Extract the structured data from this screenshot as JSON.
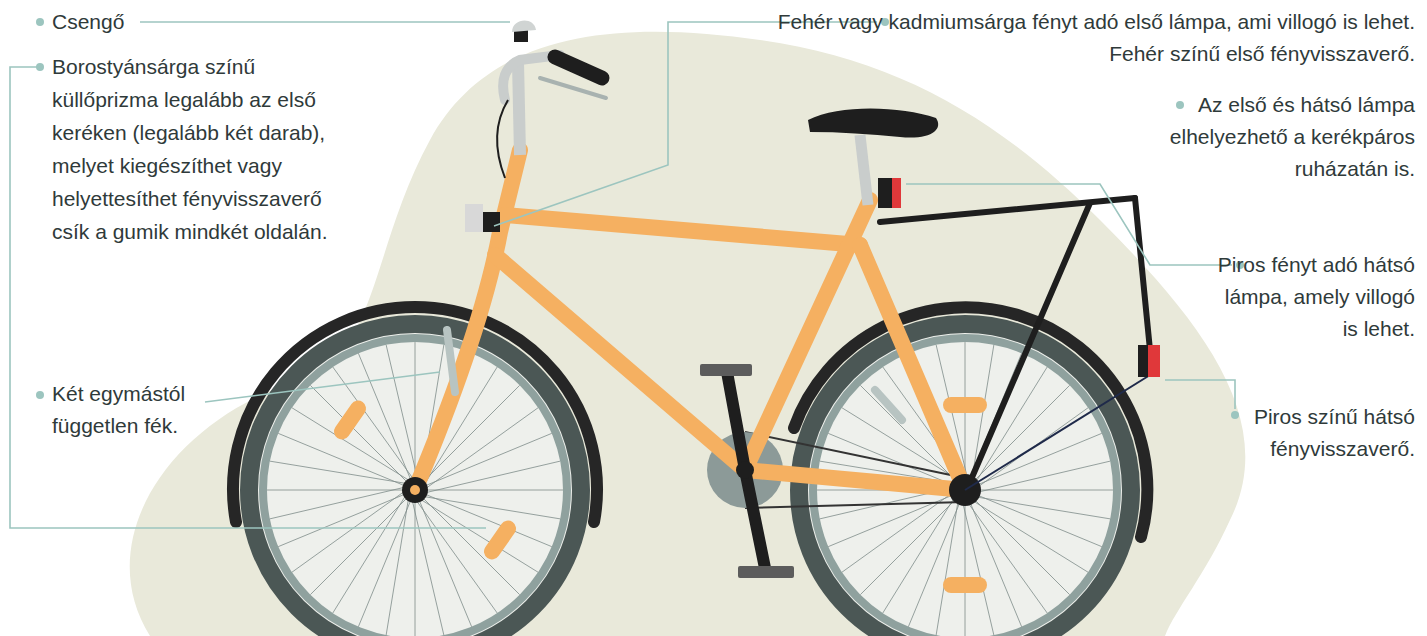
{
  "diagram": {
    "labels": [
      "Csengő",
      "Fehér vagy kadmiumsárga fényt adó első lámpa, ami villogó is lehet. Fehér színű első fényvisszaverő.",
      "Borostyánsárga színű küllőprizma legalább az első keréken (legalább két darab), melyet kiegészíthet vagy helyettesíthet fényvisszaverő csík a gumik mindkét oldalán.",
      "Az első és hátsó lámpa elhelyezhető a kerékpáros ruházatán is.",
      "Két egymástól független fék.",
      "Piros fényt adó hátsó lámpa, amely villogó is lehet.",
      "Piros színű hátsó fényvisszaverő."
    ]
  }
}
